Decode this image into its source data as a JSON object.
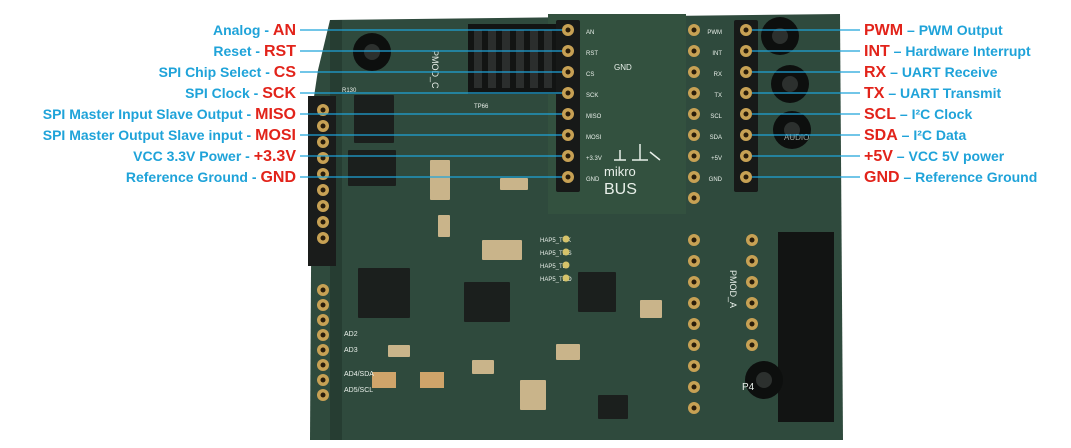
{
  "colors": {
    "description": "#1fa3d9",
    "signal": "#e2231a",
    "leader": "#1fa3d9",
    "board_bg": "#2f4a3d",
    "board_dark": "#263d32",
    "silk": "#e8efe9"
  },
  "left_pins": [
    {
      "desc": "Analog",
      "sep": " - ",
      "sig": "AN"
    },
    {
      "desc": "Reset",
      "sep": " - ",
      "sig": "RST"
    },
    {
      "desc": "SPI Chip Select",
      "sep": " - ",
      "sig": "CS"
    },
    {
      "desc": "SPI Clock",
      "sep": " - ",
      "sig": "SCK"
    },
    {
      "desc": "SPI Master Input Slave Output",
      "sep": " - ",
      "sig": "MISO"
    },
    {
      "desc": "SPI Master Output Slave input",
      "sep": " - ",
      "sig": "MOSI"
    },
    {
      "desc": "VCC 3.3V Power",
      "sep": " - ",
      "sig": "+3.3V"
    },
    {
      "desc": "Reference Ground",
      "sep": " - ",
      "sig": "GND"
    }
  ],
  "right_pins": [
    {
      "sig": "PWM",
      "sep": " – ",
      "desc": "PWM Output"
    },
    {
      "sig": "INT",
      "sep": " – ",
      "desc": "Hardware Interrupt"
    },
    {
      "sig": "RX",
      "sep": " – ",
      "desc": "UART Receive"
    },
    {
      "sig": "TX",
      "sep": " – ",
      "desc": "UART Transmit"
    },
    {
      "sig": "SCL",
      "sep": " – ",
      "desc": "I²C Clock"
    },
    {
      "sig": "SDA",
      "sep": " – ",
      "desc": "I²C Data"
    },
    {
      "sig": "+5V",
      "sep": " – ",
      "desc": "VCC 5V power"
    },
    {
      "sig": "GND",
      "sep": " – ",
      "desc": "Reference Ground"
    }
  ],
  "board": {
    "logo_line1": "mikro",
    "logo_line2": "BUS",
    "header_left_pins": [
      "AN",
      "RST",
      "CS",
      "SCK",
      "MISO",
      "MOSI",
      "+3.3V",
      "GND"
    ],
    "header_right_pins": [
      "PWM",
      "INT",
      "RX",
      "TX",
      "SCL",
      "SDA",
      "+5V",
      "GND"
    ],
    "test_point_labels": [
      "HAP5_TCK",
      "HAP5_TMS",
      "HAP5_TDI",
      "HAP5_TDO"
    ],
    "silk_labels": [
      "PMOD_A",
      "PMOD_C",
      "GND",
      "AD2",
      "AD3",
      "AD4/SDA",
      "AD5/SCL",
      "P4",
      "R130",
      "TP66",
      "AUDIO"
    ]
  }
}
